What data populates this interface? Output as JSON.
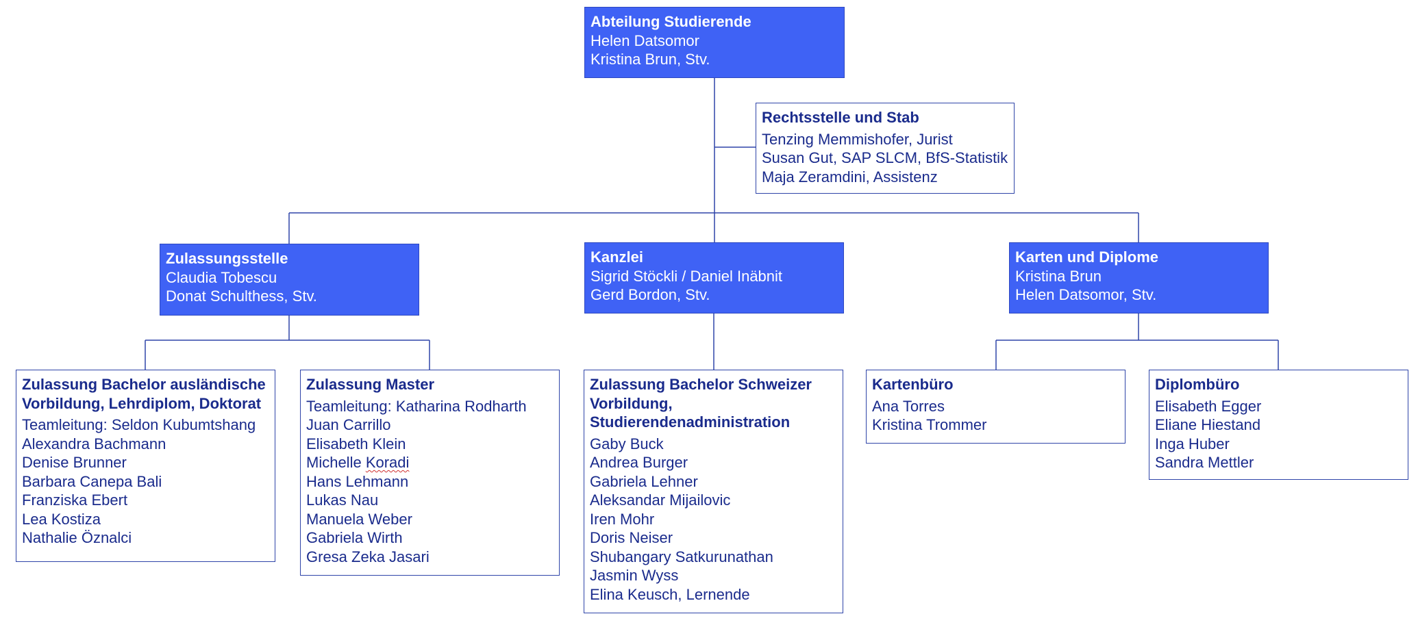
{
  "colors": {
    "fill": "#3f62f5",
    "line": "#2e44a8",
    "text": "#1a2b8c"
  },
  "nodes": {
    "head": {
      "title": "Abteilung Studierende",
      "members": [
        "Helen Datsomor",
        "Kristina Brun, Stv."
      ]
    },
    "staff": {
      "title": "Rechtsstelle und Stab",
      "members": [
        "Tenzing Memmishofer, Jurist",
        "Susan Gut, SAP SLCM, BfS-Statistik",
        "Maja Zeramdini, Assistenz"
      ]
    },
    "admission_office": {
      "title": "Zulassungsstelle",
      "members": [
        "Claudia Tobescu",
        "Donat Schulthess, Stv."
      ]
    },
    "chancellery": {
      "title": "Kanzlei",
      "members": [
        "Sigrid Stöckli / Daniel Inäbnit",
        "Gerd Bordon, Stv."
      ]
    },
    "cards_diplomas": {
      "title": "Karten und Diplome",
      "members": [
        "Kristina Brun",
        "Helen Datsomor, Stv."
      ]
    },
    "bachelor_foreign": {
      "title": "Zulassung Bachelor ausländische Vorbildung, Lehrdiplom, Doktorat",
      "members": [
        "Teamleitung: Seldon Kubumtshang",
        "Alexandra Bachmann",
        "Denise Brunner",
        "Barbara Canepa Bali",
        "Franziska Ebert",
        "Lea Kostiza",
        "Nathalie Öznalci"
      ]
    },
    "master": {
      "title": "Zulassung Master",
      "members": [
        "Teamleitung: Katharina Rodharth",
        "Juan Carrillo",
        "Elisabeth Klein",
        "Michelle Koradi",
        "Hans Lehmann",
        "Lukas Nau",
        "Manuela Weber",
        "Gabriela Wirth",
        "Gresa Zeka Jasari"
      ]
    },
    "bachelor_swiss": {
      "title": "Zulassung Bachelor Schweizer Vorbildung, Studierendenadministration",
      "members": [
        "Gaby Buck",
        "Andrea Burger",
        "Gabriela Lehner",
        "Aleksandar Mijailovic",
        "Iren Mohr",
        "Doris Neiser",
        "Shubangary Satkurunathan",
        "Jasmin Wyss",
        "Elina Keusch, Lernende"
      ]
    },
    "card_office": {
      "title": "Kartenbüro",
      "members": [
        "Ana Torres",
        "Kristina Trommer"
      ]
    },
    "diploma_office": {
      "title": "Diplombüro",
      "members": [
        "Elisabeth Egger",
        "Eliane Hiestand",
        "Inga Huber",
        "Sandra Mettler"
      ]
    }
  }
}
